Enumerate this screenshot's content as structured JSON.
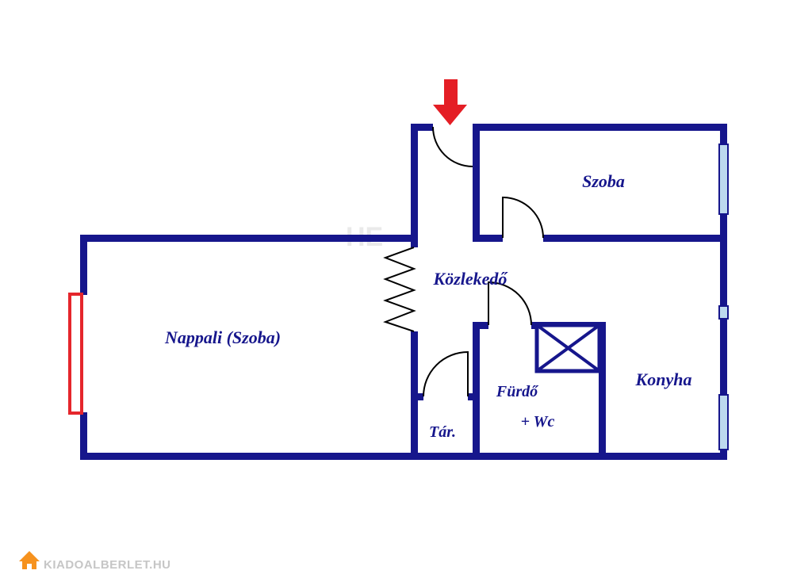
{
  "page": {
    "background": "#ffffff"
  },
  "diagram": {
    "type": "floor-plan",
    "entrance_marker": "red-down-arrow",
    "rooms": [
      {
        "id": "szoba",
        "label": "Szoba"
      },
      {
        "id": "kozlekedo",
        "label": "Közlekedő"
      },
      {
        "id": "nappali",
        "label": "Nappali (Szoba)"
      },
      {
        "id": "furdo",
        "label": "Fürdő"
      },
      {
        "id": "furdo_wc",
        "label": "+ Wc"
      },
      {
        "id": "konyha",
        "label": "Konyha"
      },
      {
        "id": "tar",
        "label": "Tár."
      }
    ],
    "watermark": "HE"
  },
  "logo": {
    "icon": "house-icon",
    "text": "KIADOALBERLET.HU"
  },
  "colors": {
    "wall": "#16168c",
    "window": "#bdd9ee",
    "window_frame": "#e5262c",
    "arrow": "#e41e25",
    "label": "#16168c",
    "door_line": "#000000",
    "watermark": "#d9d9d9",
    "logo_icon": "#f6921e",
    "logo_text": "#c6c6c6"
  }
}
